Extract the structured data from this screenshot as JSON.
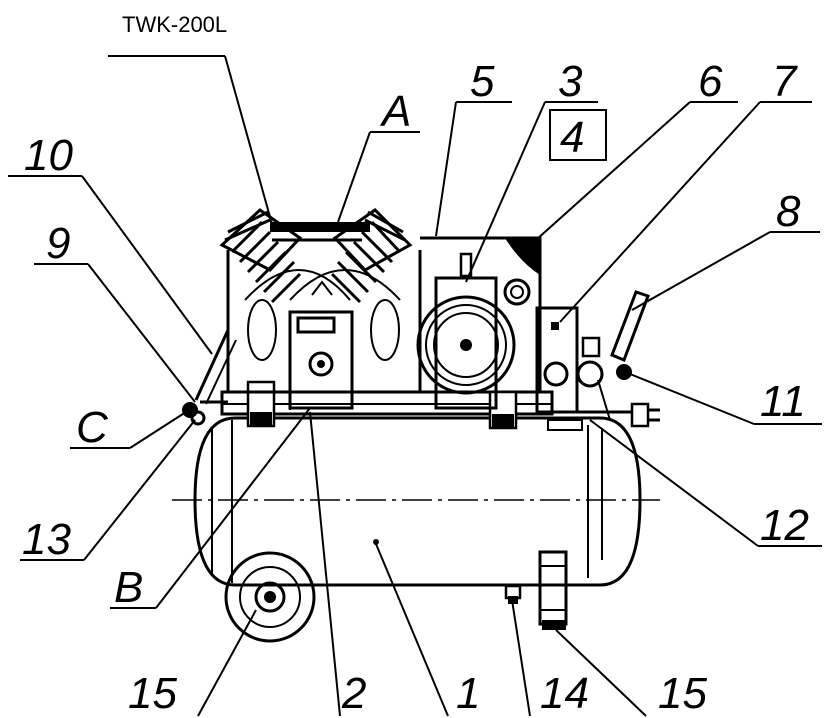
{
  "title": "TWK-200L",
  "callouts": {
    "c1": "1",
    "c2": "2",
    "c3": "3",
    "c4": "4",
    "c5": "5",
    "c6": "6",
    "c7": "7",
    "c8": "8",
    "c9": "9",
    "c10": "10",
    "c11": "11",
    "c12": "12",
    "c13": "13",
    "c14": "14",
    "c15a": "15",
    "c15b": "15",
    "cA": "A",
    "cB": "B",
    "cC": "C"
  }
}
